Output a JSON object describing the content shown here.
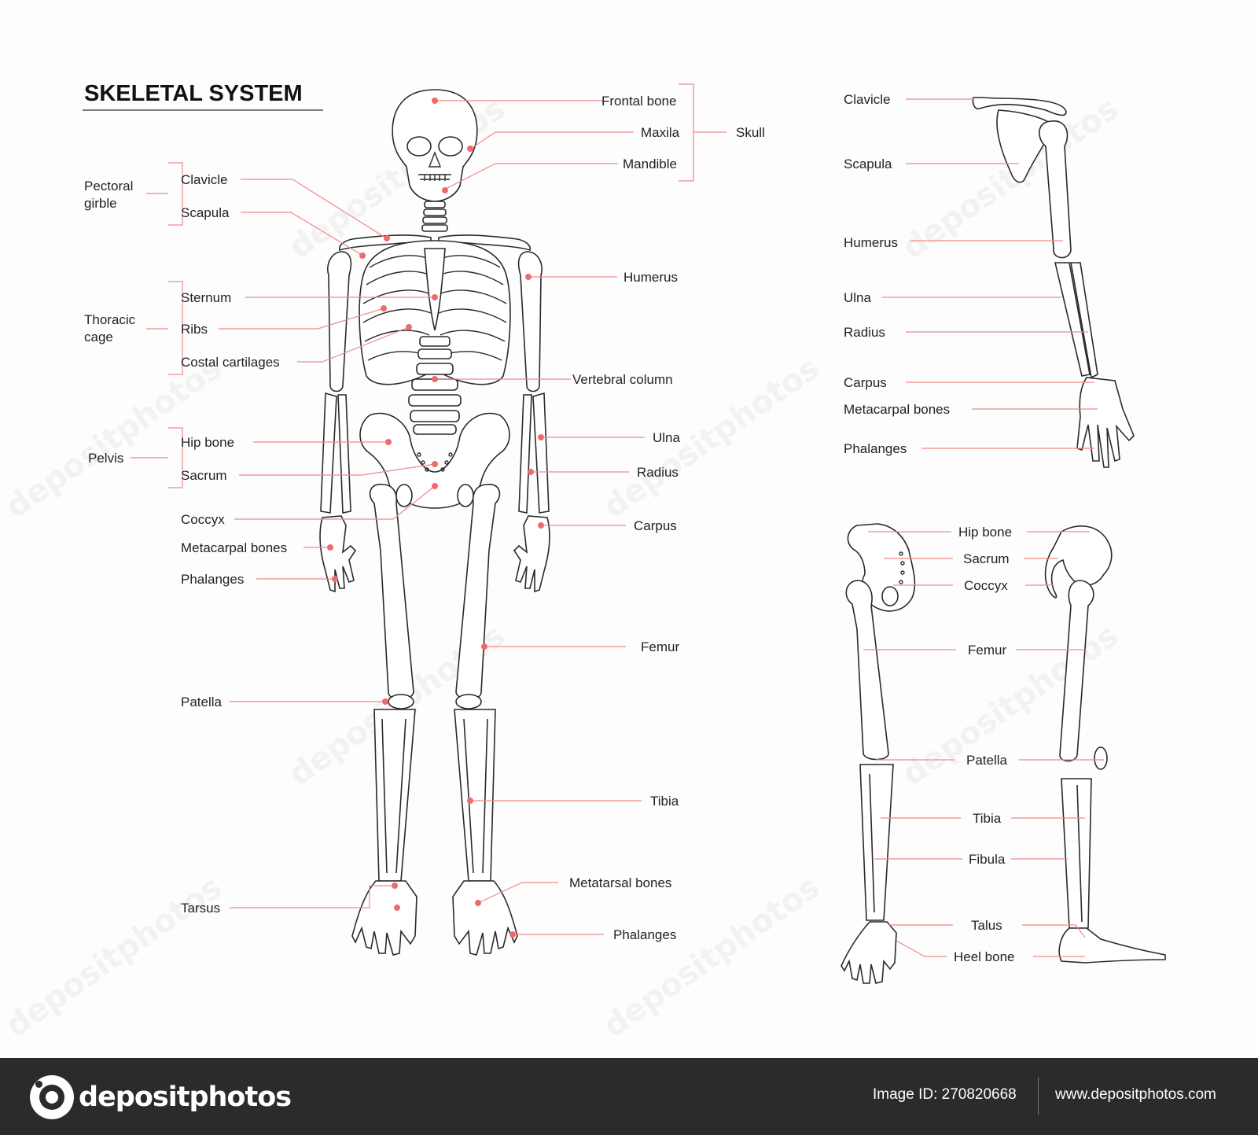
{
  "title": "SKELETAL SYSTEM",
  "colors": {
    "leader": "#f08a8a",
    "dot": "#ef6b6b",
    "bone_stroke": "#2a2a2a",
    "footer_bg": "#2b2b2b"
  },
  "front_view": {
    "left_groups": {
      "pectoral": "Pectoral\ngirble",
      "thoracic": "Thoracic\ncage",
      "pelvis": "Pelvis"
    },
    "left_labels": {
      "clavicle": "Clavicle",
      "scapula": "Scapula",
      "sternum": "Sternum",
      "ribs": "Ribs",
      "costal": "Costal cartilages",
      "hip_bone": "Hip bone",
      "sacrum": "Sacrum",
      "coccyx": "Coccyx",
      "metacarpal": "Metacarpal bones",
      "phalanges": "Phalanges",
      "patella": "Patella",
      "tarsus": "Tarsus"
    },
    "right_labels": {
      "frontal": "Frontal bone",
      "maxila": "Maxila",
      "mandible": "Mandible",
      "skull": "Skull",
      "humerus": "Humerus",
      "vertebral": "Vertebral column",
      "ulna": "Ulna",
      "radius": "Radius",
      "carpus": "Carpus",
      "femur": "Femur",
      "tibia": "Tibia",
      "metatarsal": "Metatarsal bones",
      "phalanges": "Phalanges"
    }
  },
  "arm_view": {
    "labels": {
      "clavicle": "Clavicle",
      "scapula": "Scapula",
      "humerus": "Humerus",
      "ulna": "Ulna",
      "radius": "Radius",
      "carpus": "Carpus",
      "metacarpal": "Metacarpal bones",
      "phalanges": "Phalanges"
    }
  },
  "leg_view": {
    "labels": {
      "hip_bone": "Hip bone",
      "sacrum": "Sacrum",
      "coccyx": "Coccyx",
      "femur": "Femur",
      "patella": "Patella",
      "tibia": "Tibia",
      "fibula": "Fibula",
      "talus": "Talus",
      "heel_bone": "Heel bone"
    }
  },
  "watermark": "depositphotos",
  "footer": {
    "brand": "depositphotos",
    "image_id": "Image ID: 270820668",
    "site": "www.depositphotos.com"
  }
}
